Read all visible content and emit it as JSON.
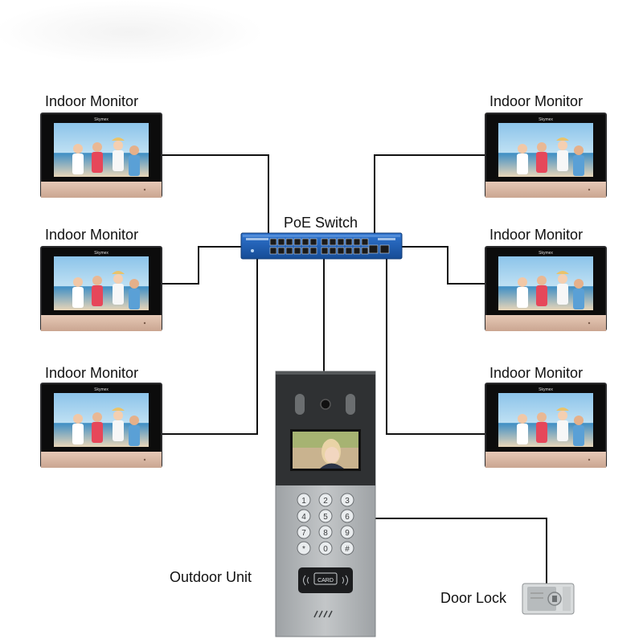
{
  "labels": {
    "poe_switch": "PoE Switch",
    "outdoor_unit": "Outdoor Unit",
    "door_lock": "Door Lock"
  },
  "monitors": [
    {
      "label": "Indoor Monitor",
      "brand": "Skymex"
    },
    {
      "label": "Indoor Monitor",
      "brand": "Skymex"
    },
    {
      "label": "Indoor Monitor",
      "brand": "Skymex"
    },
    {
      "label": "Indoor Monitor",
      "brand": "Skymex"
    },
    {
      "label": "Indoor Monitor",
      "brand": "Skymex"
    },
    {
      "label": "Indoor Monitor",
      "brand": "Skymex"
    }
  ],
  "keypad_keys": [
    "1",
    "2",
    "3",
    "4",
    "5",
    "6",
    "7",
    "8",
    "9",
    "*",
    "0",
    "#"
  ],
  "card_label": "CARD",
  "colors": {
    "wire": "#111111",
    "monitor_frame": "#111111",
    "monitor_base": "#d9b8a4",
    "switch_body": "#1f5fb8",
    "panel_silver": "#a9acae",
    "panel_dark": "#3a3c3e"
  }
}
